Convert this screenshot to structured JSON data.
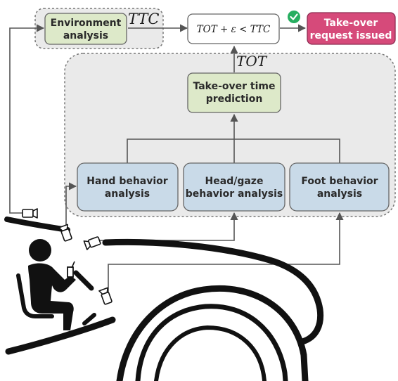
{
  "boxes": {
    "environment": {
      "line1": "Environment",
      "line2": "analysis"
    },
    "condition": {
      "text": "TOT + ε < TTC"
    },
    "takeover_request": {
      "line1": "Take-over",
      "line2": "request issued"
    },
    "prediction": {
      "line1": "Take-over time",
      "line2": "prediction"
    },
    "hand": {
      "line1": "Hand behavior",
      "line2": "analysis"
    },
    "head": {
      "line1": "Head/gaze",
      "line2": "behavior analysis"
    },
    "foot": {
      "line1": "Foot behavior",
      "line2": "analysis"
    }
  },
  "labels": {
    "ttc": "TTC",
    "tot": "TOT"
  },
  "colors": {
    "green_box": "#dde9c9",
    "blue_box": "#c9dae8",
    "pink_box": "#d64a7a",
    "region_fill": "#eaeaea",
    "check": "#27ae60"
  },
  "icons": [
    "check-circle-icon",
    "camera-icon",
    "driver-icon",
    "car-outline"
  ]
}
